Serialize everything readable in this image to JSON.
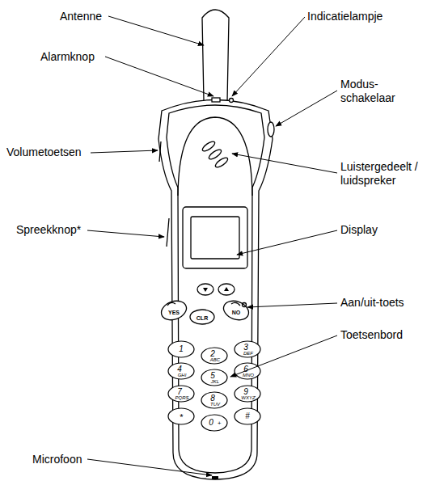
{
  "diagram": {
    "labels": [
      "Antenne",
      "Alarmknop",
      "Indicatielampje",
      "Modus- schakelaar",
      "Volumetoetsen",
      "Luistergedeelt / luidspreker",
      "Spreekknop*",
      "Display",
      "Aan/uit-toets",
      "Toetsenbord",
      "Microfoon",
      "YES",
      "CLR",
      "NO",
      "1",
      "2",
      "ABC",
      "3",
      "DEF",
      "4",
      "GHI",
      "5",
      "JKL",
      "6",
      "MNO",
      "7",
      "PQRS",
      "8",
      "TUV",
      "9",
      "WXYZ",
      "*",
      "0",
      "+",
      "#"
    ]
  }
}
